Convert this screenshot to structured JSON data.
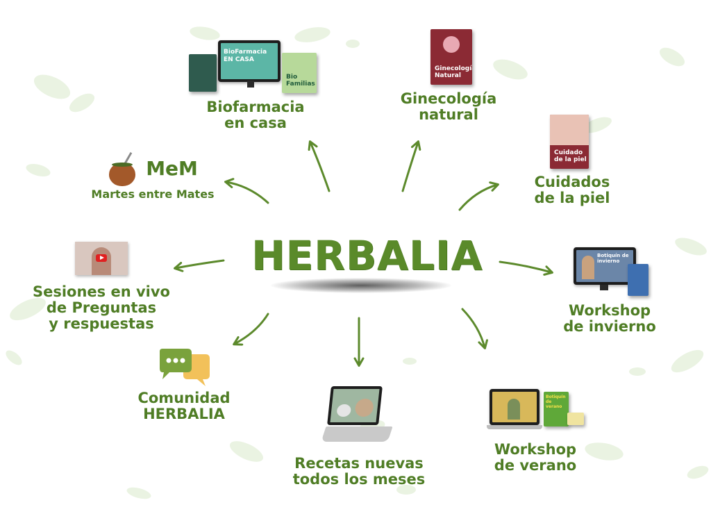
{
  "center": {
    "title": "HERBALIA"
  },
  "nodes": {
    "biofarmacia": {
      "line1": "Biofarmacia",
      "line2": "en casa"
    },
    "ginecologia": {
      "line1": "Ginecología",
      "line2": "natural"
    },
    "cuidados": {
      "line1": "Cuidados",
      "line2": "de la piel"
    },
    "mem": {
      "title": "MeM",
      "subtitle": "Martes entre Mates"
    },
    "sesiones": {
      "line1": "Sesiones en vivo",
      "line2": "de Preguntas",
      "line3": "y respuestas"
    },
    "workshop_invierno": {
      "line1": "Workshop",
      "line2": "de invierno"
    },
    "comunidad": {
      "line1": "Comunidad",
      "line2": "HERBALIA"
    },
    "recetas": {
      "line1": "Recetas nuevas",
      "line2": "todos los meses"
    },
    "workshop_verano": {
      "line1": "Workshop",
      "line2": "de verano"
    }
  },
  "products": {
    "biofarmacia_screen": "BioFarmacia EN CASA",
    "biofamilias_book": "Bio Familias",
    "ginecologia_book": "Ginecología Natural",
    "cuidado_book": "Cuidado de la piel",
    "botiquin_invierno": "Botiquín de invierno",
    "botiquin_verano": "Botiquín de verano"
  },
  "colors": {
    "accent_green": "#5a8a2a",
    "label_green": "#4f7d25",
    "leaf_green": "#e7f1df",
    "arrow_green": "#5c8a2c"
  },
  "icons": [
    "mate-icon",
    "chat-bubbles-icon",
    "play-icon",
    "laptop-icon"
  ]
}
